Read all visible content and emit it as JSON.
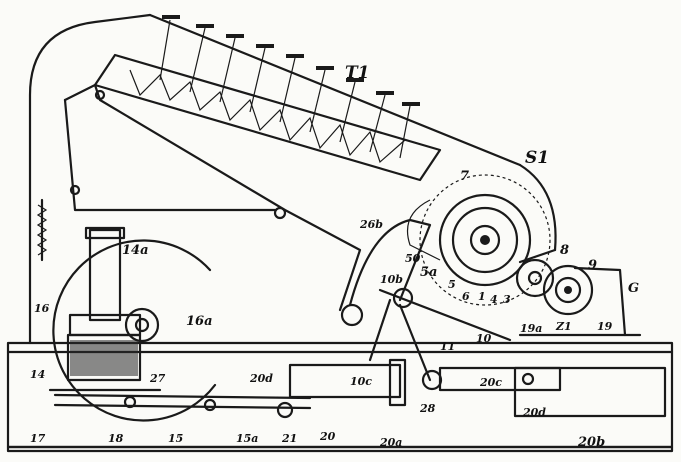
{
  "labels": {
    "T1": "T1",
    "S1": "S1",
    "n7": "7",
    "n26b": "26b",
    "n50": "50",
    "n5a": "5a",
    "n10b": "10b",
    "n5": "5",
    "n6": "6",
    "n1": "1",
    "n4": "4",
    "n3": "3",
    "n8": "8",
    "n9": "9",
    "G": "G",
    "n14a": "14a",
    "n16": "16",
    "n16a": "16a",
    "n14": "14",
    "n27": "27",
    "n17": "17",
    "n18": "18",
    "n15": "15",
    "n15a": "15a",
    "n21": "21",
    "n20": "20",
    "n20a": "20a",
    "n20d_left": "20d",
    "n10c": "10c",
    "n28": "28",
    "n11": "11",
    "n10": "10",
    "n20c": "20c",
    "n19a": "19a",
    "Z1": "Z1",
    "n19": "19",
    "n20d_right": "20d",
    "n20b": "20b"
  }
}
